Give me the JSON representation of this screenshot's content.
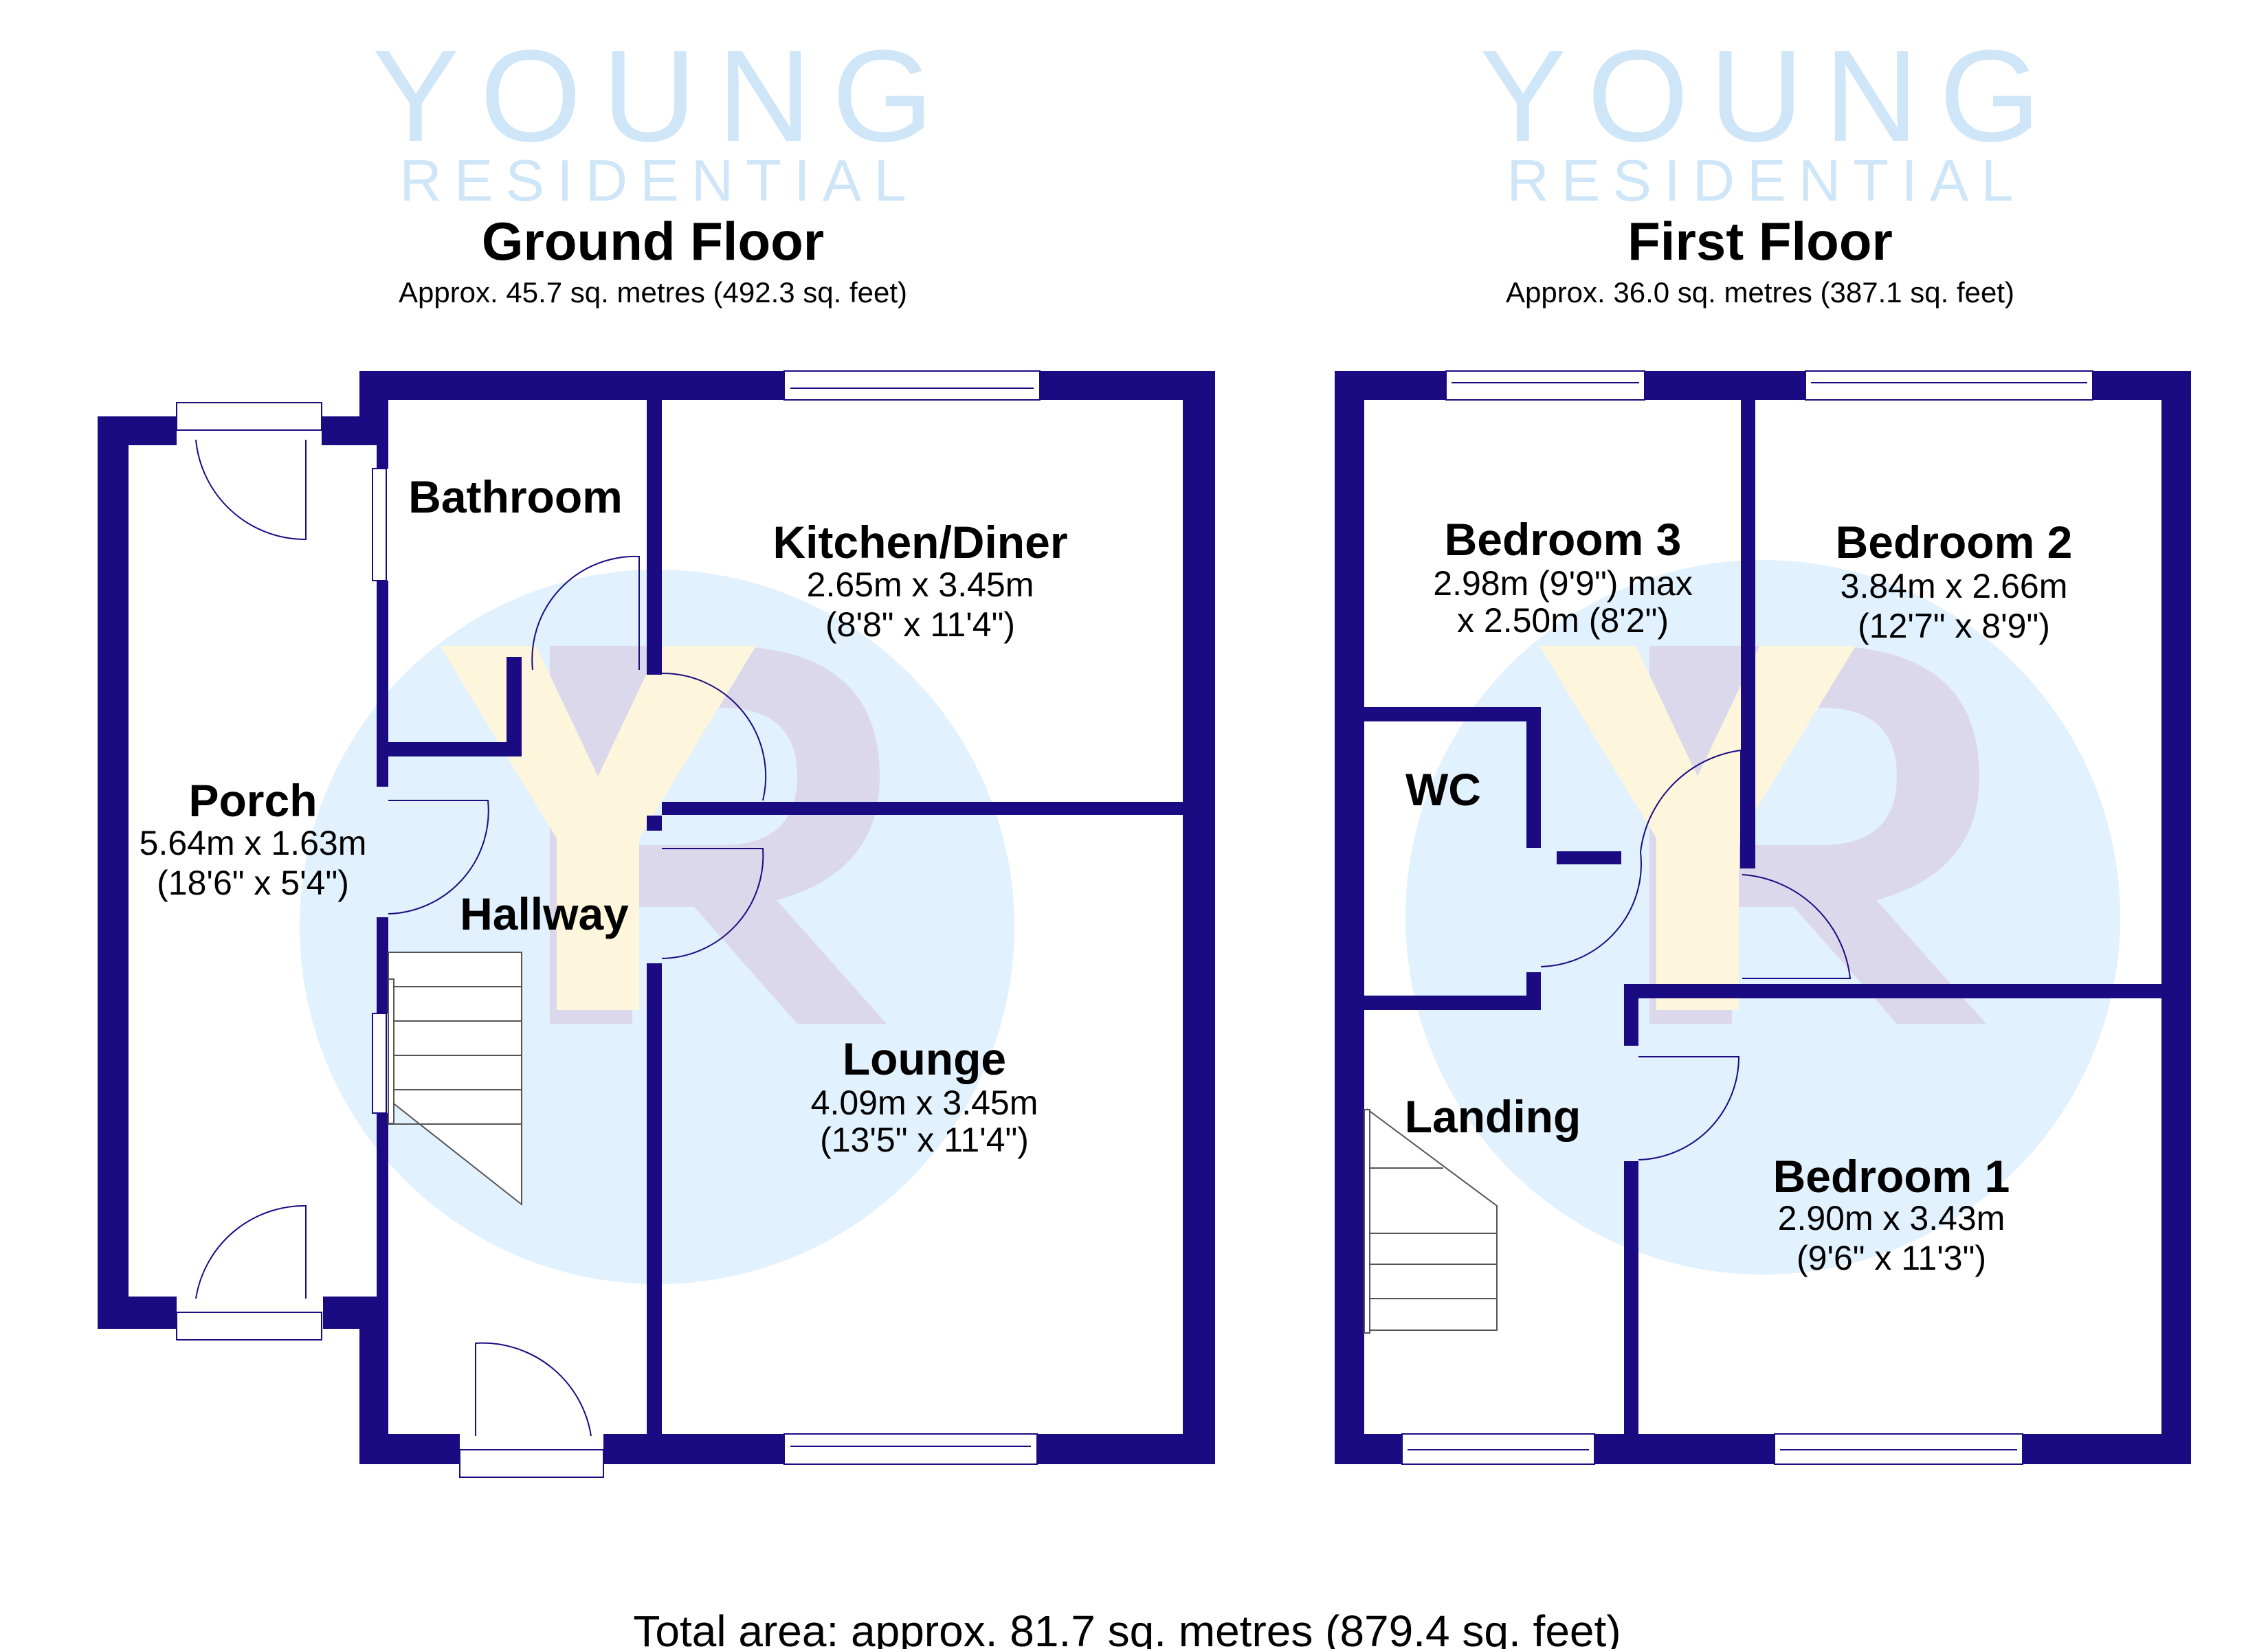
{
  "colors": {
    "wall": "#1b0b82",
    "watermark_circle": "#e1f1fd",
    "watermark_y": "#fdf6dc",
    "watermark_r": "#dcd8ec"
  },
  "watermark": {
    "monogram": "YR",
    "line1": "YOUNG",
    "line2": "RESIDENTIAL"
  },
  "ground_floor": {
    "title": "Ground Floor",
    "area": "Approx. 45.7 sq. metres (492.3 sq. feet)",
    "rooms": [
      {
        "name": "Bathroom"
      },
      {
        "name": "Kitchen/Diner",
        "dim1": "2.65m x 3.45m",
        "dim2": "(8'8\" x 11'4\")"
      },
      {
        "name": "Porch",
        "dim1": "5.64m x 1.63m",
        "dim2": "(18'6\" x 5'4\")"
      },
      {
        "name": "Hallway"
      },
      {
        "name": "Lounge",
        "dim1": "4.09m x 3.45m",
        "dim2": "(13'5\" x 11'4\")"
      }
    ]
  },
  "first_floor": {
    "title": "First Floor",
    "area": "Approx. 36.0 sq. metres (387.1 sq. feet)",
    "rooms": [
      {
        "name": "Bedroom 3",
        "dim1": "2.98m (9'9\") max",
        "dim2": "x 2.50m (8'2\")"
      },
      {
        "name": "Bedroom 2",
        "dim1": "3.84m x 2.66m",
        "dim2": "(12'7\" x 8'9\")"
      },
      {
        "name": "WC"
      },
      {
        "name": "Landing"
      },
      {
        "name": "Bedroom 1",
        "dim1": "2.90m x 3.43m",
        "dim2": "(9'6\" x 11'3\")"
      }
    ]
  },
  "total_area": "Total area: approx. 81.7 sq. metres (879.4 sq. feet)"
}
